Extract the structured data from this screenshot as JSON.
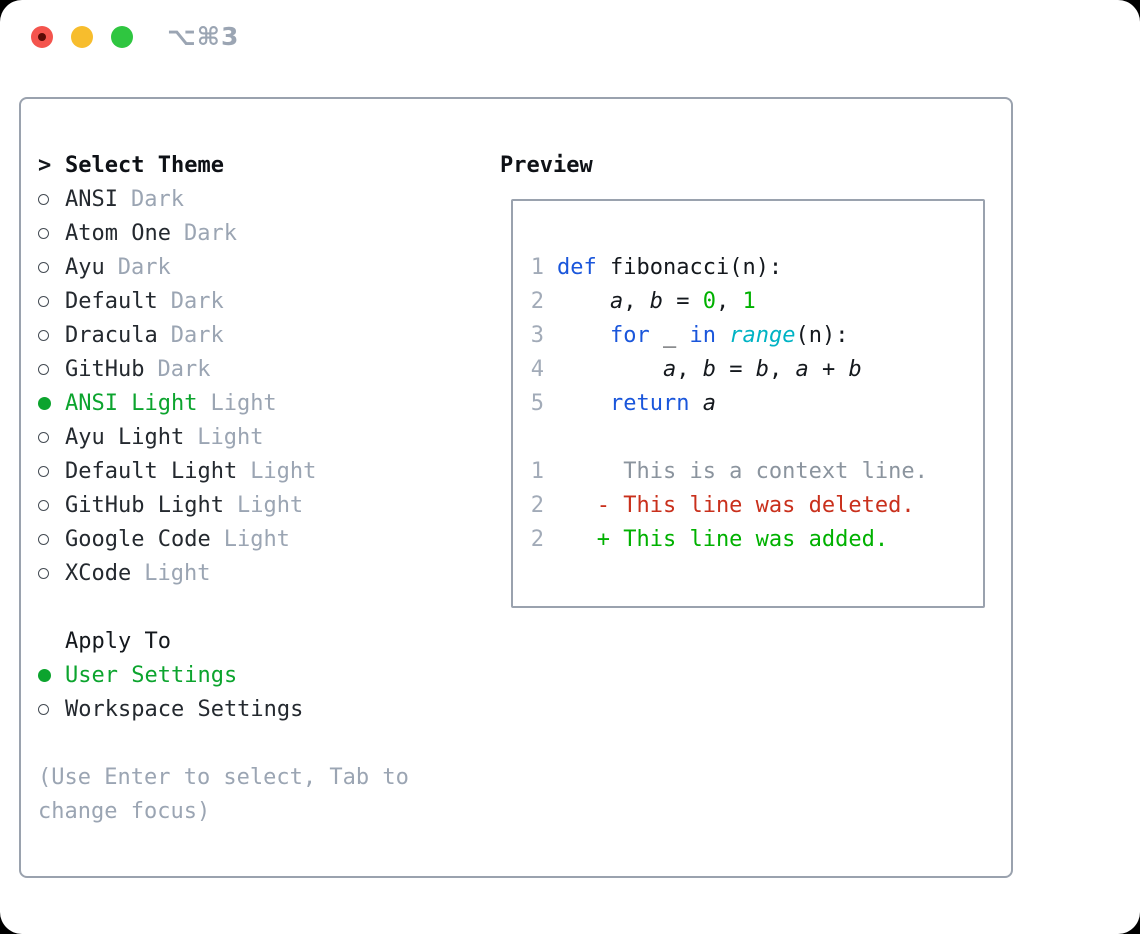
{
  "window": {
    "title": "⌥⌘3"
  },
  "colors": {
    "border_gray": "#9AA2AE",
    "text_dark": "#24292F",
    "muted_gray": "#9BA5B3",
    "line_number_gray": "#A2ABB8",
    "selection_green": "#0CA42E",
    "code_green": "#00B100",
    "keyword_blue": "#1A56DB",
    "builtin_cyan": "#00B3C4",
    "deleted_red": "#C9301C",
    "context_gray": "#8B949E",
    "traffic_red": "#F4544D",
    "traffic_yellow": "#F7BD2D",
    "traffic_green": "#2FC640"
  },
  "left": {
    "prompt": ">",
    "header": "Select Theme",
    "themes": [
      {
        "label": "ANSI",
        "tag": "Dark",
        "selected": false
      },
      {
        "label": "Atom One",
        "tag": "Dark",
        "selected": false
      },
      {
        "label": "Ayu",
        "tag": "Dark",
        "selected": false
      },
      {
        "label": "Default",
        "tag": "Dark",
        "selected": false
      },
      {
        "label": "Dracula",
        "tag": "Dark",
        "selected": false
      },
      {
        "label": "GitHub",
        "tag": "Dark",
        "selected": false
      },
      {
        "label": "ANSI Light",
        "tag": "Light",
        "selected": true
      },
      {
        "label": "Ayu Light",
        "tag": "Light",
        "selected": false
      },
      {
        "label": "Default Light",
        "tag": "Light",
        "selected": false
      },
      {
        "label": "GitHub Light",
        "tag": "Light",
        "selected": false
      },
      {
        "label": "Google Code",
        "tag": "Light",
        "selected": false
      },
      {
        "label": "XCode",
        "tag": "Light",
        "selected": false
      }
    ],
    "apply_to": {
      "header": "Apply To",
      "options": [
        {
          "label": "User Settings",
          "selected": true
        },
        {
          "label": "Workspace Settings",
          "selected": false
        }
      ]
    },
    "hint_lines": [
      "(Use Enter to select, Tab to",
      "change focus)"
    ]
  },
  "preview": {
    "header": "Preview",
    "code_lines": [
      {
        "num": "1",
        "segments": [
          {
            "text": "def",
            "color": "keyword"
          },
          {
            "text": " fibonacci(n):"
          }
        ]
      },
      {
        "num": "2",
        "segments": [
          {
            "text": "    "
          },
          {
            "text": "a",
            "italic": true
          },
          {
            "text": ", "
          },
          {
            "text": "b",
            "italic": true
          },
          {
            "text": " = "
          },
          {
            "text": "0",
            "color": "number"
          },
          {
            "text": ", "
          },
          {
            "text": "1",
            "color": "number"
          }
        ]
      },
      {
        "num": "3",
        "segments": [
          {
            "text": "    "
          },
          {
            "text": "for",
            "color": "keyword"
          },
          {
            "text": " _ "
          },
          {
            "text": "in",
            "color": "keyword"
          },
          {
            "text": " "
          },
          {
            "text": "range",
            "color": "builtin"
          },
          {
            "text": "(n):"
          }
        ]
      },
      {
        "num": "4",
        "segments": [
          {
            "text": "        "
          },
          {
            "text": "a",
            "italic": true
          },
          {
            "text": ", "
          },
          {
            "text": "b",
            "italic": true
          },
          {
            "text": " = "
          },
          {
            "text": "b",
            "italic": true
          },
          {
            "text": ", "
          },
          {
            "text": "a",
            "italic": true
          },
          {
            "text": " + "
          },
          {
            "text": "b",
            "italic": true
          }
        ]
      },
      {
        "num": "5",
        "segments": [
          {
            "text": "    "
          },
          {
            "text": "return",
            "color": "keyword"
          },
          {
            "text": " "
          },
          {
            "text": "a",
            "italic": true
          }
        ]
      },
      {
        "num": "",
        "segments": []
      },
      {
        "num": "1",
        "segments": [
          {
            "text": "     This is a context line.",
            "color": "context"
          }
        ]
      },
      {
        "num": "2",
        "segments": [
          {
            "text": "   - This line was deleted.",
            "color": "deleted"
          }
        ]
      },
      {
        "num": "2",
        "segments": [
          {
            "text": "   + This line was added.",
            "color": "added"
          }
        ]
      }
    ]
  }
}
